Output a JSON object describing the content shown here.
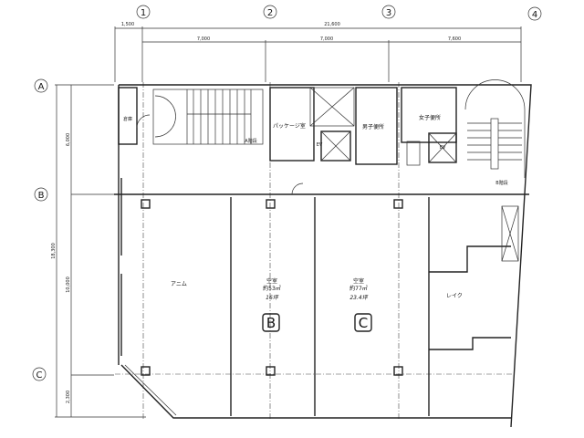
{
  "axes": {
    "columns": [
      "1",
      "2",
      "3",
      "4"
    ],
    "rows": [
      "A",
      "B",
      "C"
    ]
  },
  "dimensions": {
    "top_overall": "21,600",
    "top_offset": "1,500",
    "top_spans": [
      "7,000",
      "7,000",
      "7,600"
    ],
    "left_overall": "18,300",
    "left_spans": [
      "6,000",
      "10,000",
      "2,300"
    ]
  },
  "rooms": {
    "storage": "倉庫",
    "stair_a": "A階段",
    "package_room": "パッケージ室",
    "mens_wc": "男子便所",
    "womens_wc": "女子便所",
    "stair_b": "B階段",
    "tenant_a": "アニム",
    "vacant_b": {
      "label": "空室",
      "area": "約53㎡",
      "tsubo": "16坪"
    },
    "vacant_c": {
      "label": "空室",
      "area": "約77㎡",
      "tsubo": "23.4坪"
    },
    "tenant_lake": "レイク",
    "ev": "EV"
  },
  "markers": {
    "b": "B",
    "c": "C"
  }
}
